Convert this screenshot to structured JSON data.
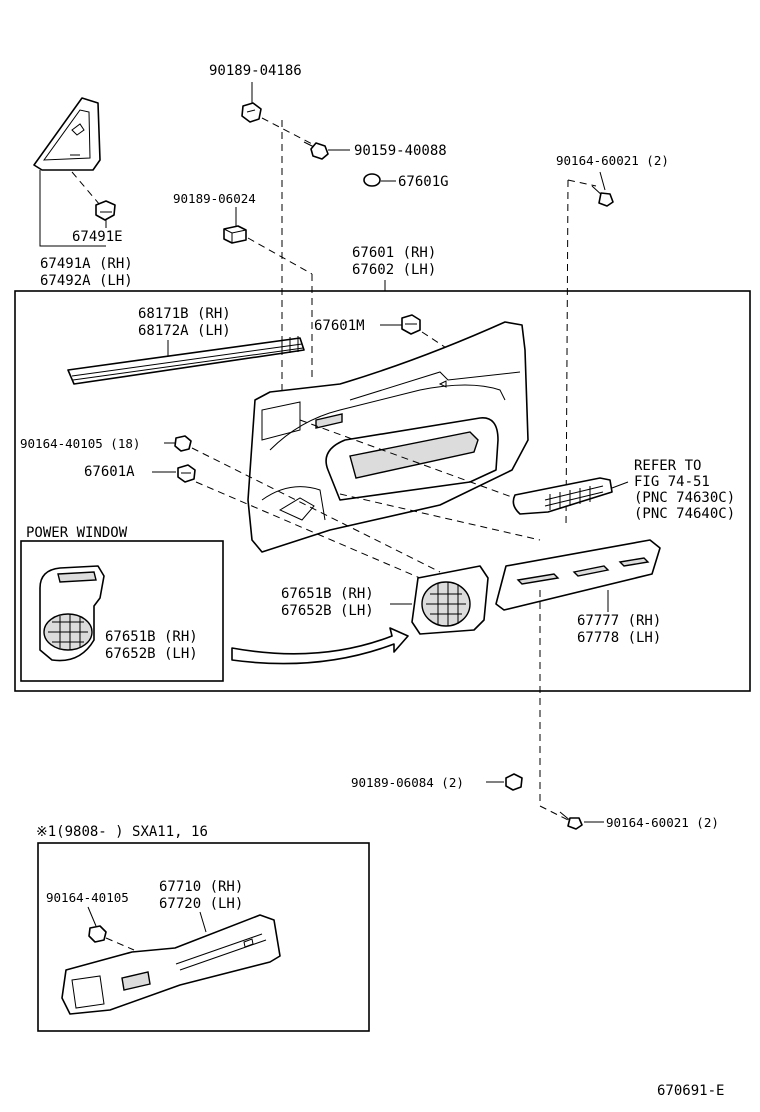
{
  "labels": {
    "clip_90189_04186": "90189-04186",
    "screw_90159_40088": "90159-40088",
    "plug_67601g": "67601G",
    "screw_90164_60021_top": "90164-60021 (2)",
    "clip_90189_06024": "90189-06024",
    "part_67491e": "67491E",
    "part_67491a": "67491A (RH)",
    "part_67492a": "67492A (LH)",
    "panel_67601": "67601 (RH)",
    "panel_67602": "67602 (LH)",
    "weatherstrip_68171b": "68171B (RH)",
    "weatherstrip_68172a": "68172A (LH)",
    "clip_67601m": "67601M",
    "screw_90164_40105": "90164-40105 (18)",
    "clip_67601a": "67601A",
    "refer_line1": "REFER TO",
    "refer_line2": "FIG 74-51",
    "refer_line3": "(PNC 74630C)",
    "refer_line4": "(PNC 74640C)",
    "power_window_title": "POWER WINDOW",
    "pw_67651b": "67651B (RH)",
    "pw_67652b": "67652B (LH)",
    "cover_67651b": "67651B (RH)",
    "cover_67652b": "67652B (LH)",
    "pocket_67777": "67777 (RH)",
    "pocket_67778": "67778 (LH)",
    "clip_90189_06084": "90189-06084 (2)",
    "screw_90164_60021_bottom": "90164-60021 (2)",
    "variant_header": "※1(9808-      ) SXA11, 16",
    "variant_screw": "90164-40105",
    "variant_67710": "67710 (RH)",
    "variant_67720": "67720 (LH)",
    "figure_code": "670691-E"
  }
}
